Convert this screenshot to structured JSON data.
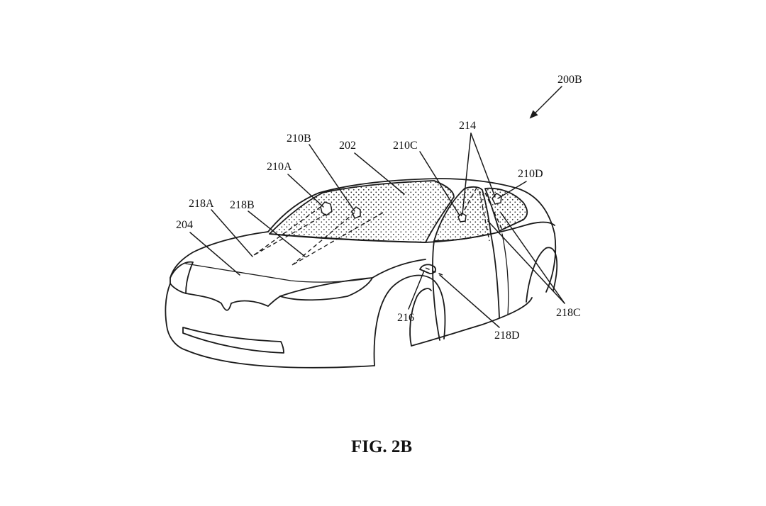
{
  "figure": {
    "caption": "FIG. 2B",
    "labels": {
      "ref_200B": "200B",
      "ref_202": "202",
      "ref_204": "204",
      "ref_210A": "210A",
      "ref_210B": "210B",
      "ref_210C": "210C",
      "ref_210D": "210D",
      "ref_214": "214",
      "ref_216": "216",
      "ref_218A": "218A",
      "ref_218B": "218B",
      "ref_218C": "218C",
      "ref_218D": "218D"
    }
  }
}
